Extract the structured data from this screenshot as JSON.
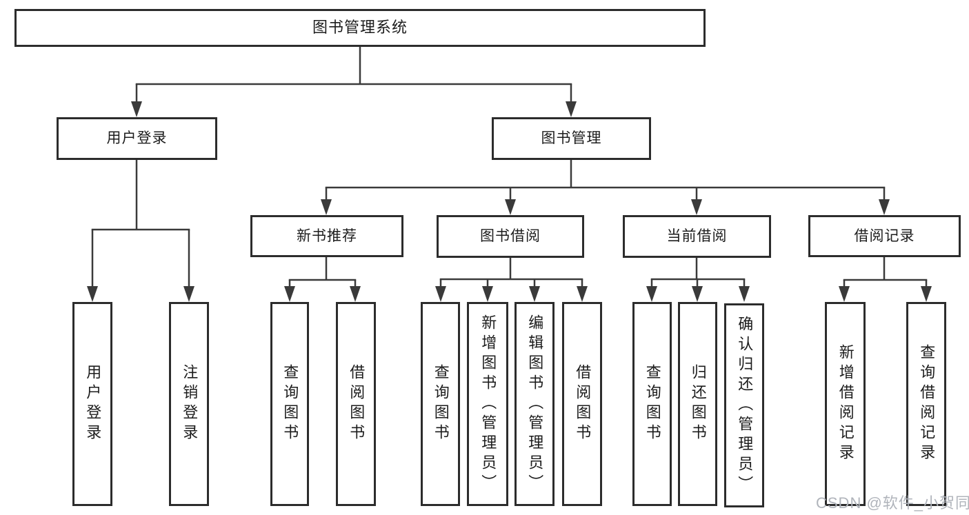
{
  "colors": {
    "background": "#ffffff",
    "line": "#3a3a3a",
    "box_border": "#2c2c2c",
    "text": "#1c1c1c",
    "watermark": "#b0b4bb"
  },
  "watermark": {
    "text": "CSDN @软件_小贺同学"
  },
  "tree": {
    "root": {
      "label": "图书管理系统"
    },
    "level2": [
      {
        "label": "用户登录",
        "children": [
          {
            "label": "用户登录"
          },
          {
            "label": "注销登录"
          }
        ]
      },
      {
        "label": "图书管理",
        "children": [
          {
            "label": "新书推荐",
            "children": [
              {
                "label": "查询图书"
              },
              {
                "label": "借阅图书"
              }
            ]
          },
          {
            "label": "图书借阅",
            "children": [
              {
                "label": "查询图书"
              },
              {
                "label": "新增图书（管理员）"
              },
              {
                "label": "编辑图书（管理员）"
              },
              {
                "label": "借阅图书"
              }
            ]
          },
          {
            "label": "当前借阅",
            "children": [
              {
                "label": "查询图书"
              },
              {
                "label": "归还图书"
              },
              {
                "label": "确认归还（管理员）"
              }
            ]
          },
          {
            "label": "借阅记录",
            "children": [
              {
                "label": "新增借阅记录"
              },
              {
                "label": "查询借阅记录"
              }
            ]
          }
        ]
      }
    ]
  }
}
